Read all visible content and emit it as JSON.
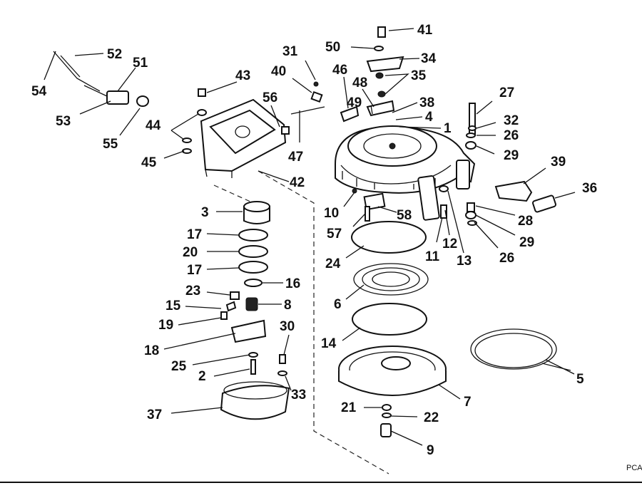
{
  "diagram": {
    "callouts": [
      {
        "id": "c41",
        "text": "41"
      },
      {
        "id": "c50",
        "text": "50"
      },
      {
        "id": "c34",
        "text": "34"
      },
      {
        "id": "c35",
        "text": "35"
      },
      {
        "id": "c46",
        "text": "46"
      },
      {
        "id": "c48",
        "text": "48"
      },
      {
        "id": "c49",
        "text": "49"
      },
      {
        "id": "c38",
        "text": "38"
      },
      {
        "id": "c4",
        "text": "4"
      },
      {
        "id": "c1",
        "text": "1"
      },
      {
        "id": "c27",
        "text": "27"
      },
      {
        "id": "c32",
        "text": "32"
      },
      {
        "id": "c26a",
        "text": "26"
      },
      {
        "id": "c29a",
        "text": "29"
      },
      {
        "id": "c39",
        "text": "39"
      },
      {
        "id": "c36",
        "text": "36"
      },
      {
        "id": "c28",
        "text": "28"
      },
      {
        "id": "c29b",
        "text": "29"
      },
      {
        "id": "c26b",
        "text": "26"
      },
      {
        "id": "c13",
        "text": "13"
      },
      {
        "id": "c12",
        "text": "12"
      },
      {
        "id": "c11",
        "text": "11"
      },
      {
        "id": "c58",
        "text": "58"
      },
      {
        "id": "c10",
        "text": "10"
      },
      {
        "id": "c57",
        "text": "57"
      },
      {
        "id": "c24",
        "text": "24"
      },
      {
        "id": "c6",
        "text": "6"
      },
      {
        "id": "c14",
        "text": "14"
      },
      {
        "id": "c5",
        "text": "5"
      },
      {
        "id": "c7",
        "text": "7"
      },
      {
        "id": "c21",
        "text": "21"
      },
      {
        "id": "c22",
        "text": "22"
      },
      {
        "id": "c9",
        "text": "9"
      },
      {
        "id": "c52",
        "text": "52"
      },
      {
        "id": "c51",
        "text": "51"
      },
      {
        "id": "c54",
        "text": "54"
      },
      {
        "id": "c53",
        "text": "53"
      },
      {
        "id": "c55",
        "text": "55"
      },
      {
        "id": "c31",
        "text": "31"
      },
      {
        "id": "c40",
        "text": "40"
      },
      {
        "id": "c43",
        "text": "43"
      },
      {
        "id": "c56",
        "text": "56"
      },
      {
        "id": "c44",
        "text": "44"
      },
      {
        "id": "c45",
        "text": "45"
      },
      {
        "id": "c47",
        "text": "47"
      },
      {
        "id": "c42",
        "text": "42"
      },
      {
        "id": "c3",
        "text": "3"
      },
      {
        "id": "c17a",
        "text": "17"
      },
      {
        "id": "c20",
        "text": "20"
      },
      {
        "id": "c17b",
        "text": "17"
      },
      {
        "id": "c16",
        "text": "16"
      },
      {
        "id": "c23",
        "text": "23"
      },
      {
        "id": "c15",
        "text": "15"
      },
      {
        "id": "c8",
        "text": "8"
      },
      {
        "id": "c19",
        "text": "19"
      },
      {
        "id": "c18",
        "text": "18"
      },
      {
        "id": "c30",
        "text": "30"
      },
      {
        "id": "c25",
        "text": "25"
      },
      {
        "id": "c2",
        "text": "2"
      },
      {
        "id": "c33",
        "text": "33"
      },
      {
        "id": "c37",
        "text": "37"
      }
    ],
    "corner_code": "PCA"
  }
}
